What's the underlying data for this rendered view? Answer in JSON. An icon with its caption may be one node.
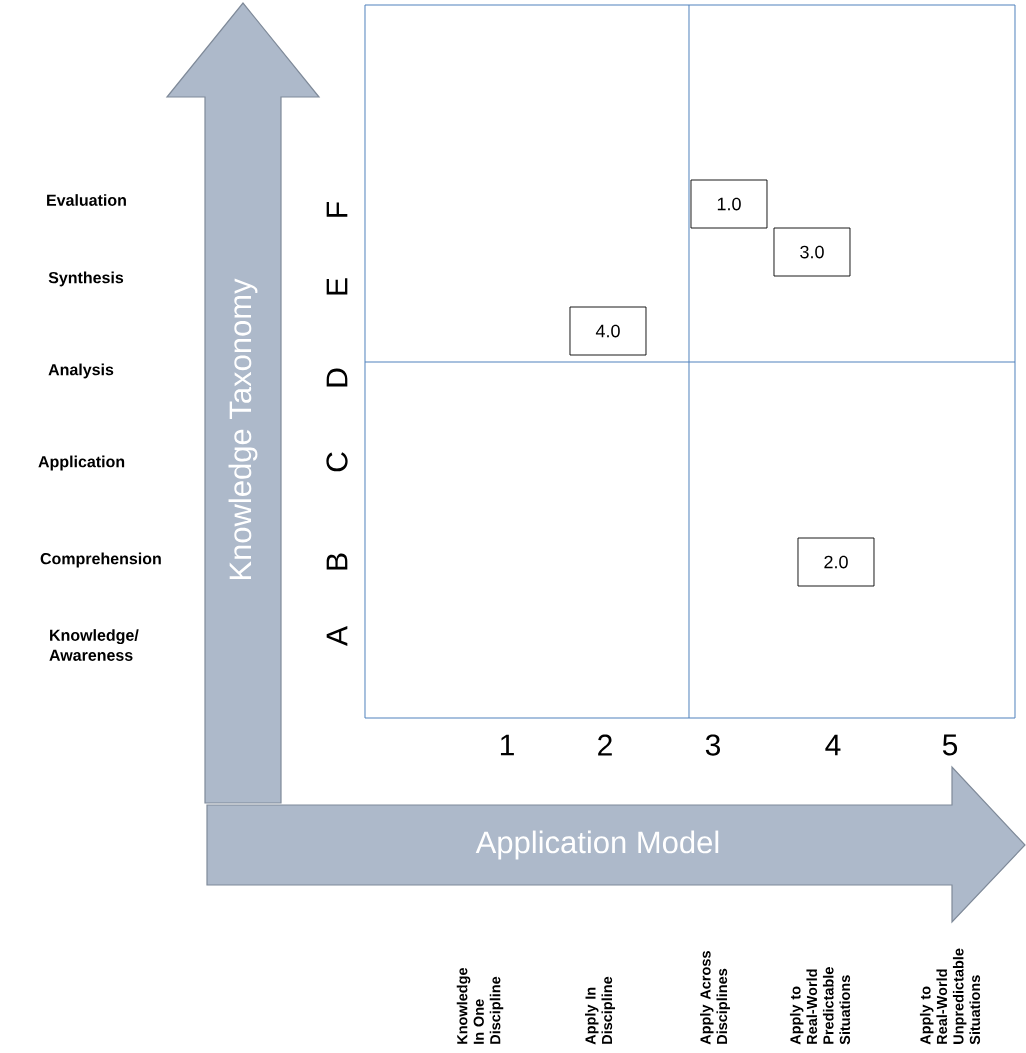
{
  "diagram": {
    "nodes": [
      {
        "text": [
          "Knowledge Taxonomy"
        ]
      },
      {
        "text": [
          "Application Model"
        ]
      },
      {
        "text": [
          "1.0"
        ]
      },
      {
        "text": [
          "3.0"
        ]
      },
      {
        "text": [
          "4.0"
        ]
      },
      {
        "text": [
          "2.0"
        ]
      }
    ],
    "labels": [
      "Evaluation",
      "Synthesis",
      "Analysis",
      "Application",
      "Comprehension",
      "Knowledge/ Awareness",
      "F",
      "E",
      "D",
      "C",
      "B",
      "A",
      "1",
      "2",
      "3",
      "4",
      "5",
      "Knowledge In One Discipline",
      "Apply In Discipline",
      "Apply Across Disciplines",
      "Apply to Real-World Predictable Situations",
      "Apply to Real-World Unpredictable Situations"
    ]
  }
}
